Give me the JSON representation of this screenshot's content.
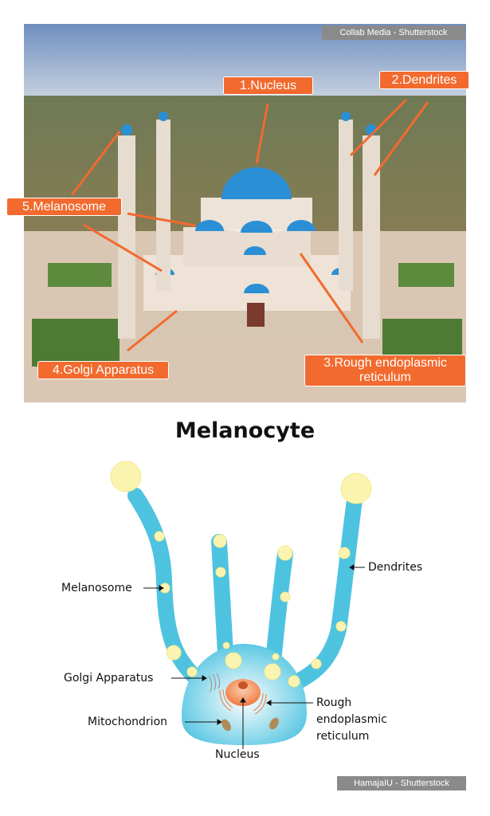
{
  "photo": {
    "credit": "Collab Media - Shutterstock",
    "labels": {
      "nucleus": "1.Nucleus",
      "dendrites": "2.Dendrites",
      "rough_er": "3.Rough endoplasmic reticulum",
      "golgi": "4.Golgi Apparatus",
      "melanosome": "5.Melanosome"
    }
  },
  "diagram": {
    "title": "Melanocyte",
    "labels": {
      "melanosome": "Melanosome",
      "dendrites": "Dendrites",
      "golgi": "Golgi Apparatus",
      "mitochondrion": "Mitochondrion",
      "rough_er_1": "Rough",
      "rough_er_2": "endoplasmic",
      "rough_er_3": "reticulum",
      "nucleus": "Nucleus"
    },
    "credit": "HamajaIU - Shutterstock"
  },
  "colors": {
    "tag": "#f26a2e",
    "cell": "#4ec3e0",
    "melanosome": "#fbf4b0",
    "nucleus": "#f07a40"
  }
}
